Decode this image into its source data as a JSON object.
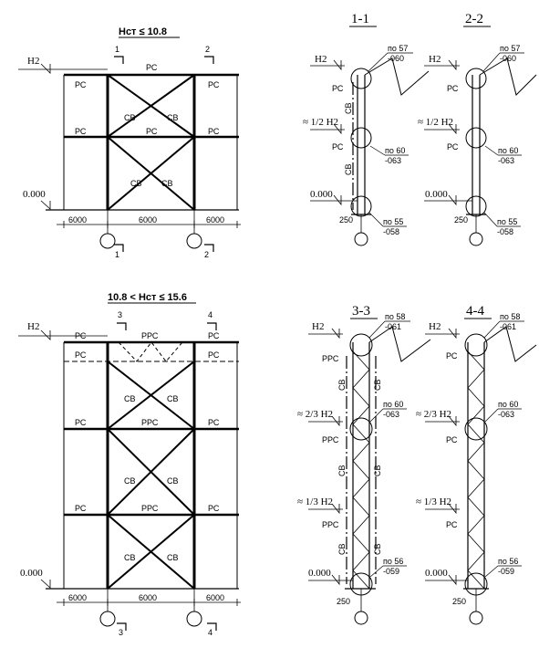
{
  "frames": {
    "top": {
      "title": "Hст ≤ 10.8",
      "level_h": "H2",
      "level_0": "0.000",
      "row1": {
        "left": "РС",
        "mid": "РС",
        "right": "РС"
      },
      "row2": {
        "left": "РС",
        "mid": "РС",
        "right": "РС"
      },
      "brace": "СВ",
      "spans": [
        "6000",
        "6000",
        "6000"
      ],
      "cut_a": "1",
      "cut_b": "2"
    },
    "bottom": {
      "title": "10.8 < Hст ≤ 15.6",
      "level_h": "H2",
      "level_0": "0.000",
      "row1": {
        "left": "РС",
        "mid": "РРС",
        "right": "РС"
      },
      "row1b": {
        "left": "РС",
        "right": "РС"
      },
      "row2": {
        "left": "РС",
        "mid": "РРС",
        "right": "РС"
      },
      "row3": {
        "left": "РС",
        "mid": "РРС",
        "right": "РС"
      },
      "brace": "СВ",
      "spans": [
        "6000",
        "6000",
        "6000"
      ],
      "cut_a": "3",
      "cut_b": "4"
    }
  },
  "sections": {
    "s11": {
      "title": "1-1",
      "h": "H2",
      "half": "≈ 1/2 H2",
      "zero": "0.000",
      "dim": "250",
      "rs": "РС",
      "sv": "СВ",
      "n1a": "по 57",
      "n1b": "-060",
      "n2a": "по 60",
      "n2b": "-063",
      "n3a": "по 55",
      "n3b": "-058"
    },
    "s22": {
      "title": "2-2",
      "h": "H2",
      "half": "≈ 1/2 H2",
      "zero": "0.000",
      "dim": "250",
      "rs": "РС",
      "n1a": "по 57",
      "n1b": "-060",
      "n2a": "по 60",
      "n2b": "-063",
      "n3a": "по 55",
      "n3b": "-058"
    },
    "s33": {
      "title": "3-3",
      "h": "H2",
      "twothirds": "≈ 2/3 H2",
      "onethird": "≈ 1/3 H2",
      "zero": "0.000",
      "dim": "250",
      "rrs": "РРС",
      "sv": "СВ",
      "n1a": "по 58",
      "n1b": "-061",
      "n2a": "по 60",
      "n2b": "-063",
      "n3a": "по 56",
      "n3b": "-059"
    },
    "s44": {
      "title": "4-4",
      "h": "H2",
      "twothirds": "≈ 2/3 H2",
      "onethird": "≈ 1/3 H2",
      "zero": "0.000",
      "dim": "250",
      "rs": "РС",
      "n1a": "по 58",
      "n1b": "-061",
      "n2a": "по 60",
      "n2b": "-063",
      "n3a": "по 56",
      "n3b": "-059"
    }
  }
}
